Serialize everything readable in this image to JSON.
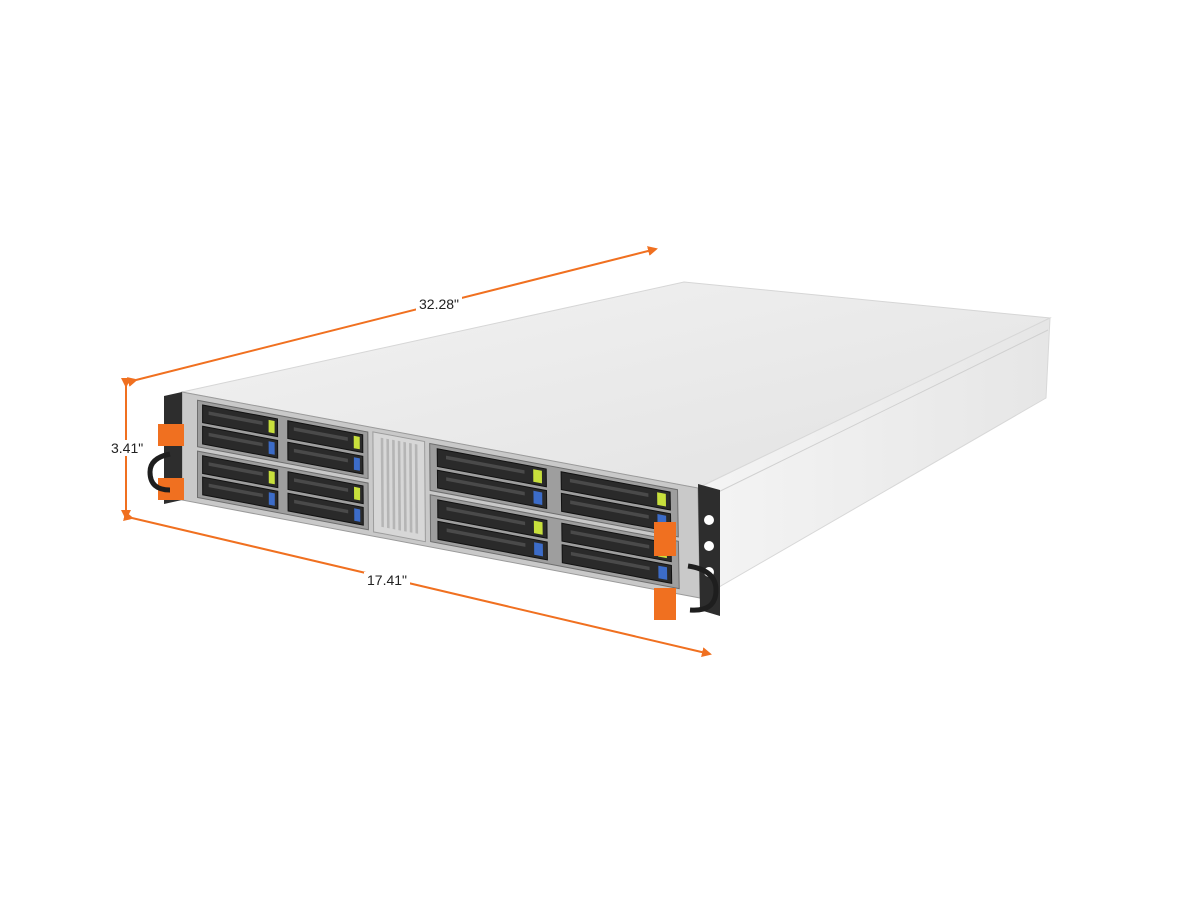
{
  "dimensions": {
    "depth": "32.28\"",
    "height": "3.41\"",
    "width": "17.41\""
  },
  "colors": {
    "background": "#ffffff",
    "dimension_arrow": "#f07020",
    "chassis_top": "#e8e8e8",
    "chassis_side": "#eeeeee",
    "chassis_front": "#c9c9c9",
    "drive_tray": "#2a2a2a",
    "drive_led_green": "#c8e03c",
    "drive_led_blue": "#3c6cc8",
    "handle_orange": "#f07020"
  },
  "object": {
    "kind": "2U rack server chassis with four front node bays",
    "nodes": 4,
    "drives_per_node": 4
  }
}
